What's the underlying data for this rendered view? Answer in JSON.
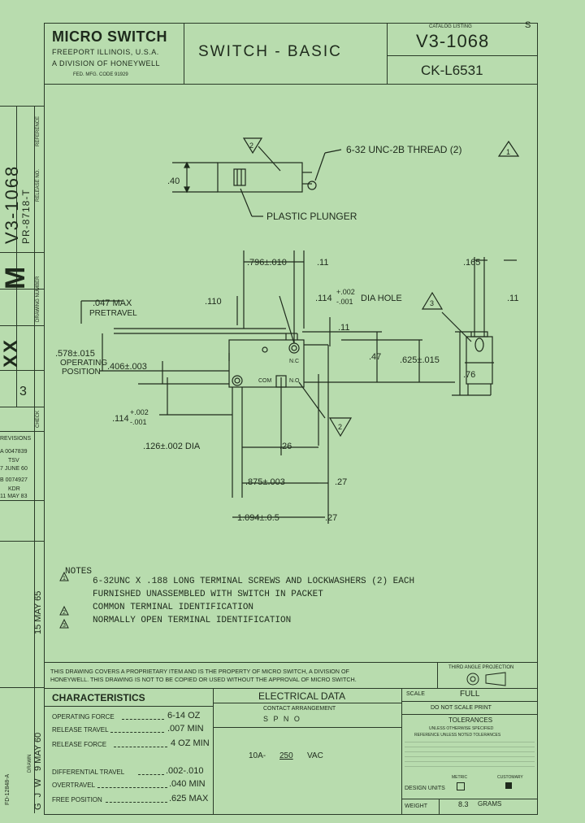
{
  "title_block": {
    "company": "MICRO SWITCH",
    "address": "FREEPORT ILLINOIS, U.S.A.",
    "division": "A DIVISION OF HONEYWELL",
    "fed_code": "FED. MFG. CODE 91929",
    "title": "SWITCH - BASIC",
    "catalog_listing_label": "CATALOG LISTING",
    "catalog_number": "V3-1068",
    "ck_number": "CK-L6531",
    "corner_mark": "S"
  },
  "left_strip": {
    "part_number": "V3-1068",
    "release_no": "PR-8718-T",
    "release_label": "RELEASE NO.",
    "reference_label": "REFERENCE",
    "drawing_number_label": "DRAWING NUMBER",
    "m_mark": "M",
    "x_marks": "XX",
    "issue": "3",
    "check_label": "CHECK",
    "revisions_label": "REVISIONS",
    "rev_entries": [
      "A 0047839",
      "TSV",
      "7 JUNE 60",
      "B 0074927",
      "KDR",
      "11 MAY 83"
    ],
    "sign1": "15 MAY 65",
    "sign2": "9 MAY 60",
    "initials": "G J W",
    "drawn_label": "DRAWN",
    "form_no": "FD-12848-A"
  },
  "top_view": {
    "dim_40": ".40",
    "thread_note": "6-32 UNC-2B THREAD (2)",
    "plunger_label": "PLASTIC PLUNGER",
    "flag1": "1",
    "flag2": "2"
  },
  "front_view": {
    "d796": ".796±.010",
    "d11a": ".11",
    "d047": ".047 MAX",
    "pretravel": "PRETRAVEL",
    "d110": ".110",
    "d114hole": ".114",
    "d114hole_tol_up": "+.002",
    "d114hole_tol_dn": "-.001",
    "dia_hole": "DIA HOLE",
    "d11b": ".11",
    "d578": ".578±.015",
    "operating": "OPERATING",
    "position": "POSITION",
    "d406": ".406±.003",
    "d47": ".47",
    "d625": ".625±.015",
    "com": "COM",
    "nc": "N.C",
    "no": "N.O",
    "d114b": ".114",
    "d114b_up": "+.002",
    "d114b_dn": "-.001",
    "d126": ".126±.002 DIA",
    "d26": ".26",
    "d875": ".875±.003",
    "d27a": ".27",
    "d1094": "1.094±.0.5",
    "d27b": ".27",
    "flag2": "2"
  },
  "side_view": {
    "d165": ".165",
    "d11": ".11",
    "d76": ".76",
    "flag3": "3"
  },
  "notes": {
    "heading": "NOTES",
    "n1": "6-32UNC X .188 LONG TERMINAL SCREWS AND LOCKWASHERS (2) EACH",
    "n1b": "FURNISHED UNASSEMBLED WITH SWITCH IN PACKET",
    "n2": "COMMON TERMINAL IDENTIFICATION",
    "n3": "NORMALLY OPEN TERMINAL IDENTIFICATION",
    "f1": "1",
    "f2": "2",
    "f3": "3"
  },
  "proprietary": {
    "line1": "THIS DRAWING COVERS A PROPRIETARY ITEM AND IS THE PROPERTY OF MICRO SWITCH, A DIVISION OF",
    "line2": "HONEYWELL. THIS DRAWING IS NOT TO BE COPIED OR USED WITHOUT THE APPROVAL OF MICRO SWITCH.",
    "third_angle": "THIRD ANGLE PROJECTION"
  },
  "characteristics": {
    "heading": "CHARACTERISTICS",
    "rows": [
      {
        "label": "OPERATING FORCE",
        "value": "6-14 OZ"
      },
      {
        "label": "RELEASE TRAVEL",
        "value": ".007 MIN"
      },
      {
        "label": "RELEASE FORCE",
        "value": "4 OZ MIN"
      },
      {
        "label": "DIFFERENTIAL TRAVEL",
        "value": ".002-.010"
      },
      {
        "label": "OVERTRAVEL",
        "value": ".040 MIN"
      },
      {
        "label": "FREE POSITION",
        "value": ".625 MAX"
      }
    ]
  },
  "electrical": {
    "heading": "ELECTRICAL DATA",
    "contact_label": "CONTACT ARRANGEMENT",
    "contact": "S P N O",
    "rating_a": "10A-",
    "rating_v": "250",
    "rating_unit": "VAC"
  },
  "specs": {
    "scale_label": "SCALE",
    "scale": "FULL",
    "no_scale": "DO NOT SCALE PRINT",
    "tolerances": "TOLERANCES",
    "tol_note1": "UNLESS OTHERWISE SPECIFIED",
    "tol_note2": "REFERENCE UNLESS NOTED TOLERANCES",
    "metric_label": "METRIC",
    "design_units": "DESIGN UNITS",
    "customary": "CUSTOMARY",
    "weight_label": "WEIGHT",
    "weight": "8.3",
    "weight_unit": "GRAMS"
  },
  "colors": {
    "paper": "#b8dcae",
    "ink": "#1e2a1c"
  }
}
